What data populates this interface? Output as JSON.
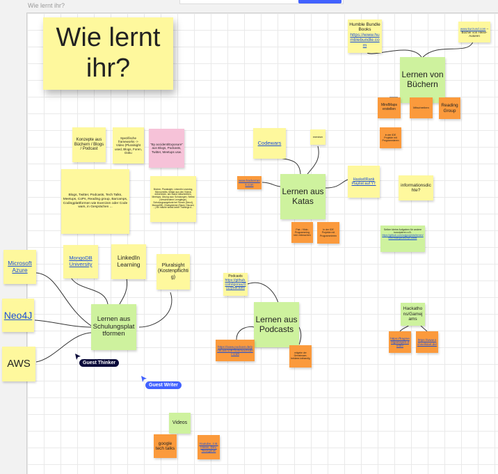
{
  "board": {
    "title": "Wie lernt ihr?"
  },
  "notes": {
    "title": "Wie lernt ihr?",
    "humble": {
      "prefix": "Humble Bundle Books",
      "link": "https://www.humblebundle.com"
    },
    "kurzundgut": {
      "link": "www.kurzund.com",
      "suffix": " – Bücher von Heise-Autoren"
    },
    "lernen_buechern": "Lernen von Büchern",
    "mindmaps": "MindMaps erstellen",
    "mitschreiben": "Mitschreiben",
    "reading_group": "Reading Group",
    "ide_projekte": "in der IDE Projekte mit Programmieren",
    "konzepte": "Konzepte aus Büchern / Blogs / Podcast",
    "spezifische": "Spezifische frameworks -> Video (Pluralsight used, Blogs, Foren, Doku",
    "accident": "\"By accident/Exposure\" aus Blogs, Podcasts, Twitter, Meetups usw.",
    "codewars": "Codewars",
    "exercism": "exercism",
    "blogs_list": "Blogs, Twitter, Podcasts, Tech Talks, Meetups, CoPs, Reading group, Barcamps, Codingplattformen wie Exercism oder Code wars, in Gesprächen ...",
    "buecher_list": "Bücher, Pluralsight, LinkedIn Learning, Microcredits, teilbar aus den Videos entnehmen, am Stand mitschreiben, Meetups, Übung usw, Schulungen, Selbst (Verschiedene Lerngänge), Schulungsangebote bei Firmen (Neo4j, MongoDB), Chatsysteme (Slack, Discord, ...) ich mache selbst keine Trainings d...",
    "hackerrank": "www.hackerrank.com",
    "lernen_katas": "Lernen aus Katas",
    "haskellrank": "HaskellRank Playlist auf YT",
    "informationsdichte": "informationsdichte?",
    "pair_mob": "Pair- / Mob-Programming inkl. mitmachen",
    "ide_projekte2": "In der IDE Projekte mit Programmieren",
    "selber": {
      "prefix": "Selber kleine Aufgaben für andere konzipieren z.B. ",
      "link": "https://github.com/cojjprojekts/lernen/tree/main/javascript-katas"
    },
    "ms_azure": "Microsoft Azure",
    "mongodb": "MongoDB University",
    "linkedin": "LinkedIn Learning",
    "pluralsight": "Pluralsight (Kostenpflichtig)",
    "podcasts_gh": {
      "prefix": "Podcasts ",
      "link": "https://github.com/igorsa2002/podcasts"
    },
    "neo4j": "Neo4J",
    "lernen_schulung": "Lernen aus Schulungsplattformen",
    "lernen_podcasts": "Lernen aus Podcasts",
    "hackathons": "Hackathons/Gamejams",
    "podcast_link": "https://www.podcast.de/podcast/1097020/machsder-craft",
    "mitgebe": "mitgebe der Gemeinsam-bekäme-lobhandlg",
    "hack_link1": "https://fragmentgamejam.de/de/",
    "hack_link2": "https://www.schnellstart.de/",
    "aws": "AWS",
    "videos": "Videos",
    "google_talks": "google tech talks",
    "youtube": "Youtube, z.B. Heise, Dev, Tenzgimel"
  },
  "cursors": {
    "thinker": {
      "label": "Guest Thinker",
      "color": "#0b0b3b"
    },
    "writer": {
      "label": "Guest Writer",
      "color": "#4262ff"
    }
  },
  "colors": {
    "yellow_note": "#fef89d",
    "green_note": "#cef29e",
    "orange_note": "#fb9a3c",
    "pink_note": "#f6c2d8",
    "link": "#1a4fd6"
  }
}
